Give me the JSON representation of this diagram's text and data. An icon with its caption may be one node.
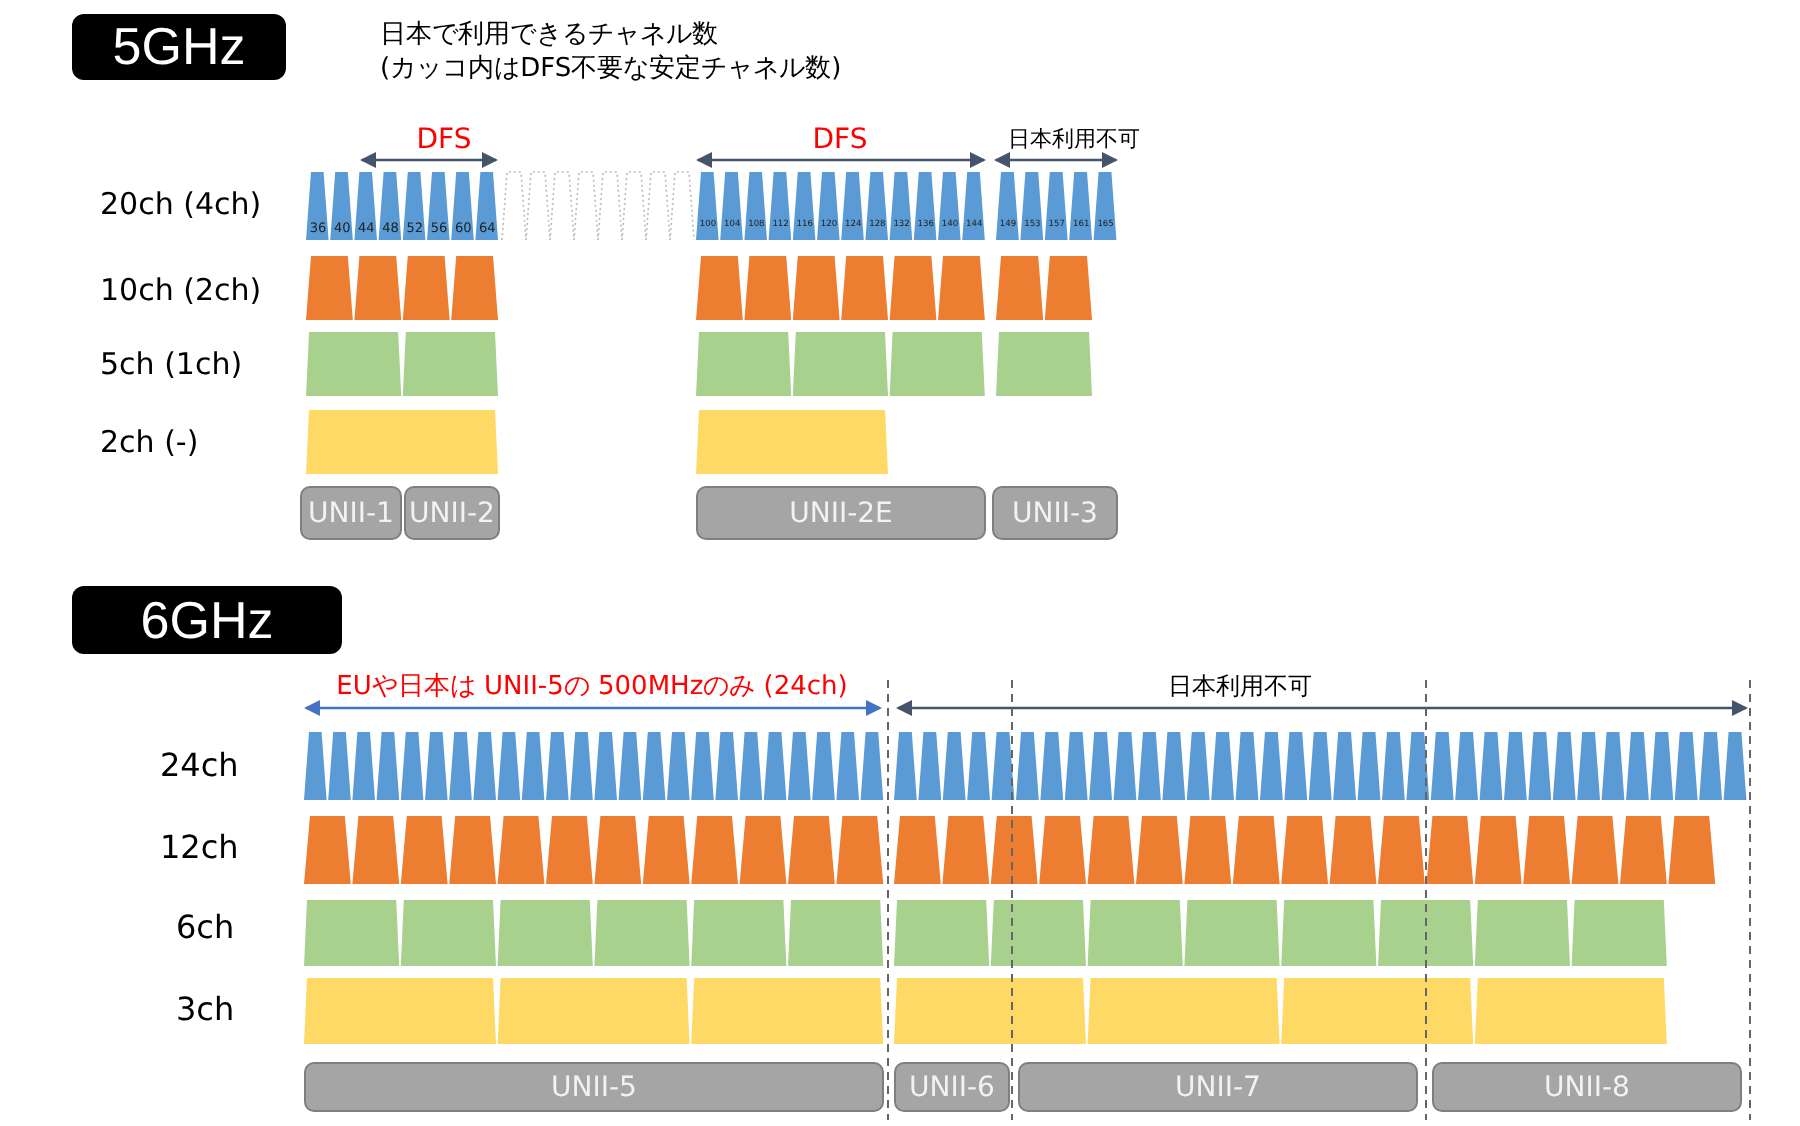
{
  "diagram": {
    "nodes": [
      {
        "text": [
          "5GHz"
        ]
      },
      {
        "text": [
          "UNII-1"
        ]
      },
      {
        "text": [
          "UNII-2"
        ]
      },
      {
        "text": [
          "UNII-2E"
        ]
      },
      {
        "text": [
          "UNII-3"
        ]
      },
      {
        "text": [
          "6GHz"
        ]
      },
      {
        "text": [
          "UNII-5"
        ]
      },
      {
        "text": [
          "UNII-6"
        ]
      },
      {
        "text": [
          "UNII-7"
        ]
      },
      {
        "text": [
          "UNII-8"
        ]
      }
    ],
    "labels": [
      "日本で利用できるチャネル数",
      "(カッコ内はDFS不要な安定チャネル数)",
      "DFS",
      "DFS",
      "日本利用不可",
      "20ch (4ch)",
      "36",
      "40",
      "44",
      "48",
      "52",
      "56",
      "60",
      "64",
      "100",
      "104",
      "108",
      "112",
      "116",
      "120",
      "124",
      "128",
      "132",
      "136",
      "140",
      "144",
      "149",
      "153",
      "157",
      "161",
      "165",
      "10ch (2ch)",
      "5ch (1ch)",
      "2ch (-)",
      "EUや日本は UNII-5の 500MHzのみ (24ch)",
      "日本利用不可",
      "24ch",
      "12ch",
      "6ch",
      "3ch"
    ]
  }
}
